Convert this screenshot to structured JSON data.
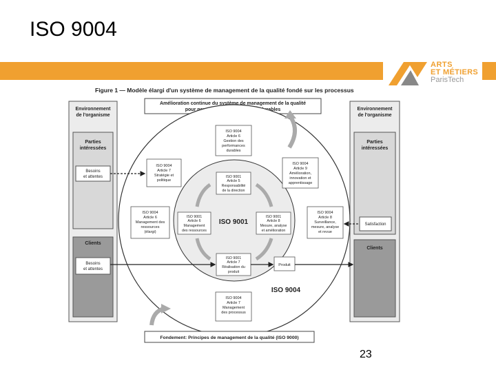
{
  "slide": {
    "title": "ISO 9004",
    "page_number": "23"
  },
  "logo": {
    "line1": "ARTS",
    "line2": "ET MÉTIERS",
    "line3": "ParisTech"
  },
  "figure": {
    "caption": "Figure 1 — Modèle élargi d'un système de management de la qualité fondé sur les processus",
    "top_box": [
      "Amélioration continue du système de management de la qualité",
      "pour parvenir aux performances durables"
    ],
    "bottom_box": "Fondement: Principes de management de la qualité (ISO 9000)",
    "left_panel": {
      "env": [
        "Environnement",
        "de l'organisme"
      ],
      "parties": [
        "Parties",
        "intéressées"
      ],
      "besoins": [
        "Besoins",
        "et attentes"
      ],
      "clients": "Clients",
      "besoins_clients": [
        "Besoins",
        "et attentes"
      ]
    },
    "right_panel": {
      "env": [
        "Environnement",
        "de l'organisme"
      ],
      "parties": [
        "Parties",
        "intéressées"
      ],
      "satisfaction": "Satisfaction",
      "clients": "Clients"
    },
    "outer_label": "ISO 9004",
    "inner_label": "ISO 9001",
    "produit": "Produit",
    "outer_boxes": {
      "art6": [
        "ISO 9004",
        "Article 6",
        "Gestion des",
        "performances",
        "durables"
      ],
      "art7": [
        "ISO 9004",
        "Article 7",
        "Stratégie et",
        "politique"
      ],
      "art9": [
        "ISO 9004",
        "Article 9",
        "Amélioration,",
        "innovation et",
        "apprentissage"
      ],
      "art6b": [
        "ISO 9004",
        "Article 6",
        "Management des",
        "ressources",
        "(élargi)"
      ],
      "art8": [
        "ISO 9004",
        "Article 8",
        "Surveillance,",
        "mesure, analyse",
        "et revue"
      ],
      "art7b": [
        "ISO 9004",
        "Article 7",
        "Management",
        "des processus"
      ]
    },
    "inner_boxes": {
      "art5": [
        "ISO 9001",
        "Article 5",
        "Responsabilité",
        "de la direction"
      ],
      "art6": [
        "ISO 9001",
        "Article 6",
        "Management",
        "des ressources"
      ],
      "art8": [
        "ISO 9001",
        "Article 8",
        "Mesure, analyse",
        "et amélioration"
      ],
      "art7": [
        "ISO 9001",
        "Article 7",
        "Réalisation du",
        "produit"
      ]
    }
  }
}
